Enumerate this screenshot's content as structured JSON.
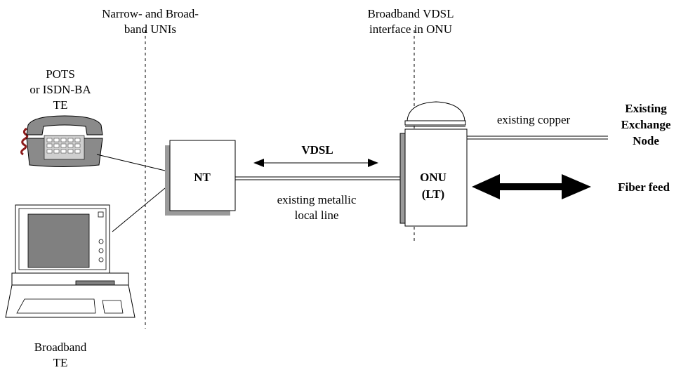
{
  "labels": {
    "uni_line1": "Narrow- and Broad-",
    "uni_line2": "band UNIs",
    "vdsl_if_line1": "Broadband  VDSL",
    "vdsl_if_line2": "interface in ONU",
    "pots_line1": "POTS",
    "pots_line2": "or ISDN-BA",
    "pots_line3": "TE",
    "broadband_line1": "Broadband",
    "broadband_line2": "TE",
    "nt": "NT",
    "vdsl": "VDSL",
    "metallic_line1": "existing metallic",
    "metallic_line2": "local line",
    "onu_line1": "ONU",
    "onu_line2": "(LT)",
    "copper": "existing copper",
    "exchange_line1": "Existing",
    "exchange_line2": "Exchange",
    "exchange_line3": "Node",
    "fiber": "Fiber feed"
  },
  "colors": {
    "shadow": "#9a9a9a",
    "device_body": "#8a8a8a",
    "screen": "#808080",
    "cord": "#8b1a1a",
    "line": "#000000"
  },
  "icons": {
    "telephone": "telephone-icon",
    "computer": "computer-terminal-icon",
    "onu_dome": "onu-dome-icon"
  }
}
